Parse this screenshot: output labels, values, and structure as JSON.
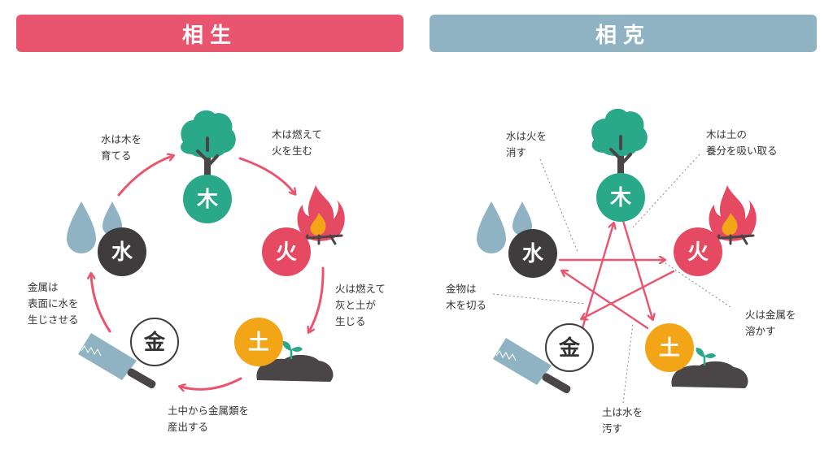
{
  "colors": {
    "generating": "#e9556e",
    "overcoming": "#8fb3c2",
    "wood": "#2aa88a",
    "fire": "#e64a63",
    "earth": "#f2a516",
    "metal_fill": "#ffffff",
    "water": "#3f3c3d",
    "line_generating": "#e9556e",
    "line_overcoming": "#e9556e"
  },
  "panels": {
    "generating": {
      "title": "相生"
    },
    "overcoming": {
      "title": "相克"
    }
  },
  "elements": {
    "wood": "木",
    "fire": "火",
    "earth": "土",
    "metal": "金",
    "water": "水"
  },
  "generating_notes": {
    "water_wood": [
      "水は木を",
      "育てる"
    ],
    "wood_fire": [
      "木は燃えて",
      "火を生む"
    ],
    "fire_earth": [
      "火は燃えて",
      "灰と土が",
      "生じる"
    ],
    "earth_metal": [
      "土中から金属類を",
      "産出する"
    ],
    "metal_water": [
      "金属は",
      "表面に水を",
      "生じさせる"
    ]
  },
  "overcoming_notes": {
    "water_fire": [
      "水は火を",
      "消す"
    ],
    "wood_earth": [
      "木は土の",
      "養分を吸い取る"
    ],
    "fire_metal": [
      "火は金属を",
      "溶かす"
    ],
    "earth_water": [
      "土は水を",
      "汚す"
    ],
    "metal_wood": [
      "金物は",
      "木を切る"
    ]
  },
  "icons": {
    "tree": "tree-icon",
    "flame": "flame-icon",
    "soil": "soil-sprout-icon",
    "saw": "saw-blade-icon",
    "water": "water-drops-icon",
    "arrow": "arrow-icon"
  }
}
